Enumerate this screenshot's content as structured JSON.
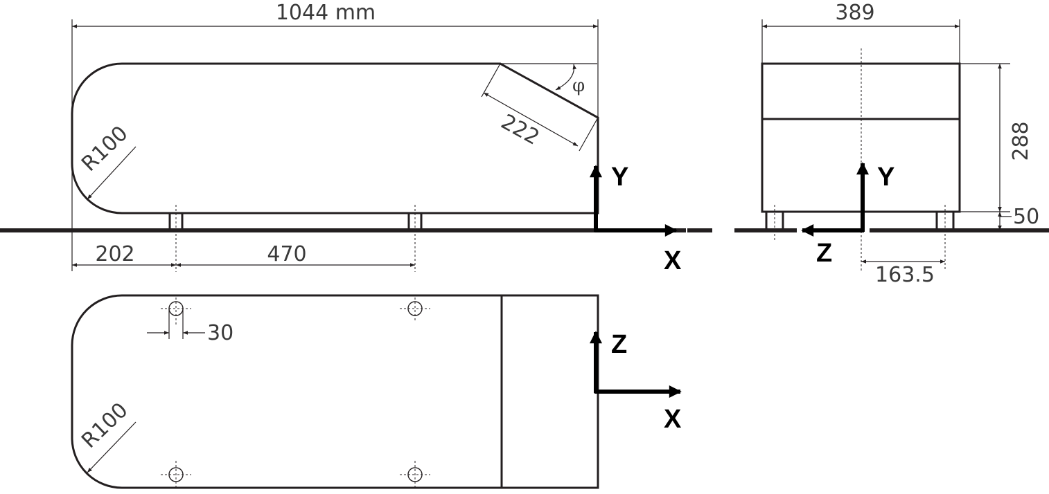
{
  "side_view": {
    "overall_length": "1044 mm",
    "slant_length": "222",
    "angle": "φ",
    "radius": "R100",
    "offset_first_foot": "202",
    "foot_spacing": "470",
    "axis_up": "Y",
    "axis_right": "X"
  },
  "end_view": {
    "width": "389",
    "height": "288",
    "foot_height": "50",
    "half_foot_spacing": "163.5",
    "axis_up": "Y",
    "axis_left": "Z"
  },
  "top_view": {
    "hole_diameter": "30",
    "radius": "R100",
    "axis_up": "Z",
    "axis_right": "X"
  },
  "colors": {
    "line": "#231f20",
    "dimension_text": "#3a3a3a",
    "axis_text": "#000000"
  }
}
